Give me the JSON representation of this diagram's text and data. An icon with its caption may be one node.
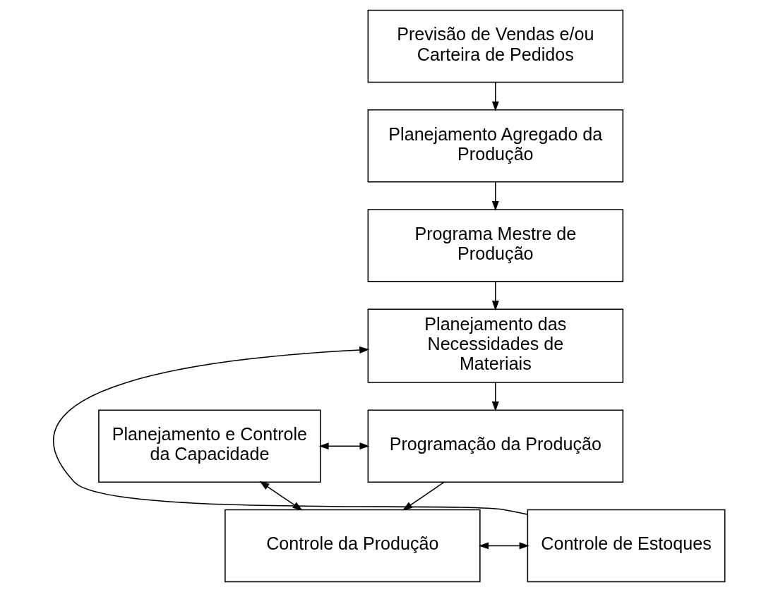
{
  "diagram": {
    "nodes": [
      {
        "text": [
          "Previsão de Vendas e/ou Carteira de Pedidos"
        ]
      },
      {
        "text": [
          "Planejamento Agregado da Produção"
        ]
      },
      {
        "text": [
          "Programa Mestre de Produção"
        ]
      },
      {
        "text": [
          "Planejamento das Necessidades de Materiais"
        ]
      },
      {
        "text": [
          "Planejamento e Controle da Capacidade"
        ]
      },
      {
        "text": [
          "Programação da Produção"
        ]
      },
      {
        "text": [
          "Controle da Produção"
        ]
      },
      {
        "text": [
          "Controle de Estoques"
        ]
      }
    ],
    "edges": [
      {
        "from": 0,
        "to": 1,
        "arrow": "to"
      },
      {
        "from": 1,
        "to": 2,
        "arrow": "to"
      },
      {
        "from": 2,
        "to": 3,
        "arrow": "to"
      },
      {
        "from": 3,
        "to": 5,
        "arrow": "to"
      },
      {
        "from": 4,
        "to": 5,
        "arrow": "both"
      },
      {
        "from": 5,
        "to": 6,
        "arrow": "to"
      },
      {
        "from": 4,
        "to": 6,
        "arrow": "both"
      },
      {
        "from": 6,
        "to": 7,
        "arrow": "both"
      },
      {
        "from": 7,
        "to": 3,
        "arrow": "to"
      }
    ]
  }
}
